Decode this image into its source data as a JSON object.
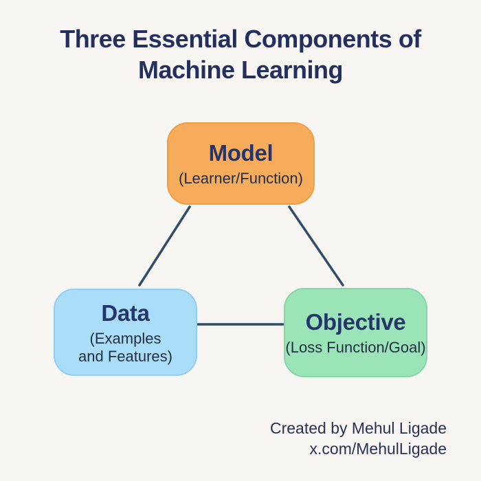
{
  "title": "Three Essential Components of\nMachine Learning",
  "nodes": {
    "model": {
      "label": "Model",
      "sublabel": "(Learner/Function)",
      "fill": "#F7AC5B"
    },
    "data": {
      "label": "Data",
      "sublabel": "(Examples\nand Features)",
      "fill": "#A9DDF8"
    },
    "objective": {
      "label": "Objective",
      "sublabel": "(Loss Function/Goal)",
      "fill": "#9BE4B7"
    }
  },
  "connectors": {
    "color": "#2F4D68",
    "edges": [
      "model-data",
      "model-objective",
      "data-objective"
    ]
  },
  "footer": {
    "credit": "Created by Mehul Ligade",
    "handle": "x.com/MehulLigade"
  },
  "colors": {
    "background": "#F7F6F3",
    "title_text": "#232F5E",
    "node_label_text": "#24356B",
    "node_sublabel_text": "#1F2C46"
  }
}
